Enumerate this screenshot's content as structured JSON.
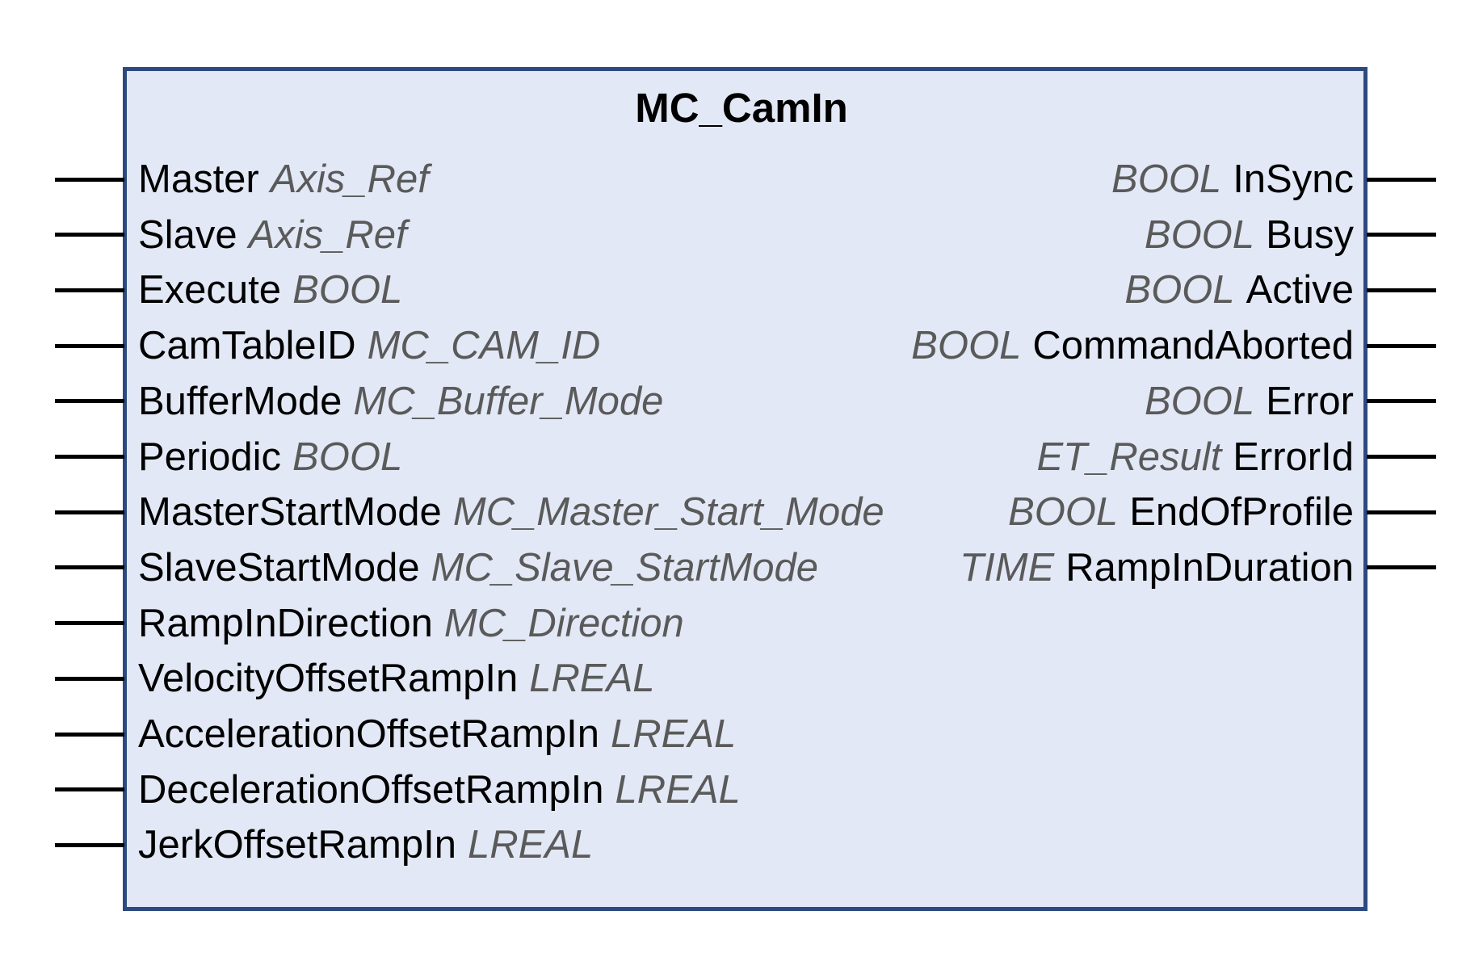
{
  "block": {
    "title": "MC_CamIn",
    "colors": {
      "fill": "#e2e8f5",
      "border": "#2c4a80",
      "type_text": "#5a5a5a"
    }
  },
  "inputs": [
    {
      "name": "Master",
      "type": "Axis_Ref"
    },
    {
      "name": "Slave",
      "type": "Axis_Ref"
    },
    {
      "name": "Execute",
      "type": "BOOL"
    },
    {
      "name": "CamTableID",
      "type": "MC_CAM_ID"
    },
    {
      "name": "BufferMode",
      "type": "MC_Buffer_Mode"
    },
    {
      "name": "Periodic",
      "type": "BOOL"
    },
    {
      "name": "MasterStartMode",
      "type": "MC_Master_Start_Mode"
    },
    {
      "name": "SlaveStartMode",
      "type": "MC_Slave_StartMode"
    },
    {
      "name": "RampInDirection",
      "type": "MC_Direction"
    },
    {
      "name": "VelocityOffsetRampIn",
      "type": "LREAL"
    },
    {
      "name": "AccelerationOffsetRampIn",
      "type": "LREAL"
    },
    {
      "name": "DecelerationOffsetRampIn",
      "type": "LREAL"
    },
    {
      "name": "JerkOffsetRampIn",
      "type": "LREAL"
    }
  ],
  "outputs": [
    {
      "name": "InSync",
      "type": "BOOL"
    },
    {
      "name": "Busy",
      "type": "BOOL"
    },
    {
      "name": "Active",
      "type": "BOOL"
    },
    {
      "name": "CommandAborted",
      "type": "BOOL"
    },
    {
      "name": "Error",
      "type": "BOOL"
    },
    {
      "name": "ErrorId",
      "type": "ET_Result"
    },
    {
      "name": "EndOfProfile",
      "type": "BOOL"
    },
    {
      "name": "RampInDuration",
      "type": "TIME"
    }
  ]
}
